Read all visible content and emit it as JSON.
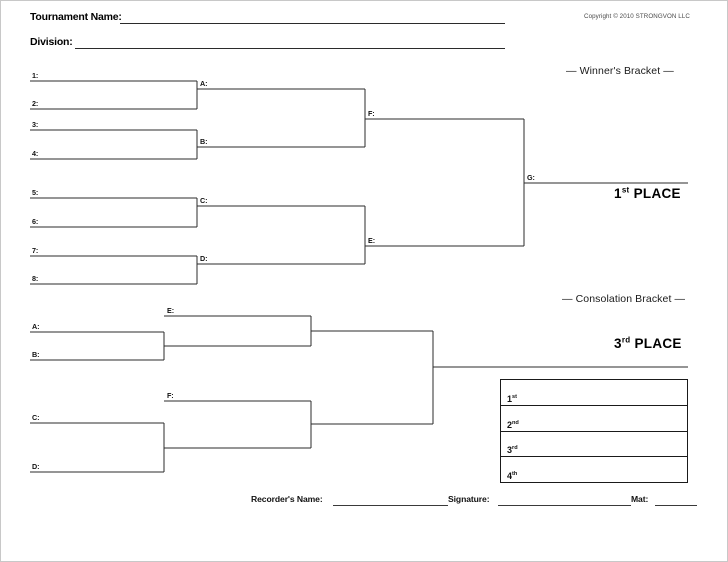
{
  "page": {
    "copyright": "Copyright © 2010 STRONGVON LLC"
  },
  "header": {
    "tournament_name_label": "Tournament Name:",
    "division_label": "Division:"
  },
  "sections": {
    "winners_bracket": "— Winner's Bracket —",
    "consolation_bracket": "— Consolation Bracket —"
  },
  "winners_bracket": {
    "seeds": [
      {
        "label": "1:"
      },
      {
        "label": "2:"
      },
      {
        "label": "3:"
      },
      {
        "label": "4:"
      },
      {
        "label": "5:"
      },
      {
        "label": "6:"
      },
      {
        "label": "7:"
      },
      {
        "label": "8:"
      }
    ],
    "round2": [
      {
        "label": "A:"
      },
      {
        "label": "B:"
      },
      {
        "label": "C:"
      },
      {
        "label": "D:"
      }
    ],
    "round3": [
      {
        "label": "F:"
      },
      {
        "label": "E:"
      }
    ],
    "final": {
      "label": "G:"
    },
    "place_number": "1",
    "place_ordinal": "st",
    "place_word": "PLACE"
  },
  "consolation_bracket": {
    "seeds": [
      {
        "label": "A:"
      },
      {
        "label": "B:"
      },
      {
        "label": "C:"
      },
      {
        "label": "D:"
      }
    ],
    "feeds": [
      {
        "label": "E:"
      },
      {
        "label": "F:"
      }
    ],
    "place_number": "3",
    "place_ordinal": "rd",
    "place_word": "PLACE"
  },
  "results": {
    "rows": [
      {
        "number": "1",
        "ordinal": "st"
      },
      {
        "number": "2",
        "ordinal": "nd"
      },
      {
        "number": "3",
        "ordinal": "rd"
      },
      {
        "number": "4",
        "ordinal": "th"
      }
    ]
  },
  "footer": {
    "recorder_label": "Recorder's Name:",
    "signature_label": "Signature:",
    "mat_label": "Mat:"
  }
}
